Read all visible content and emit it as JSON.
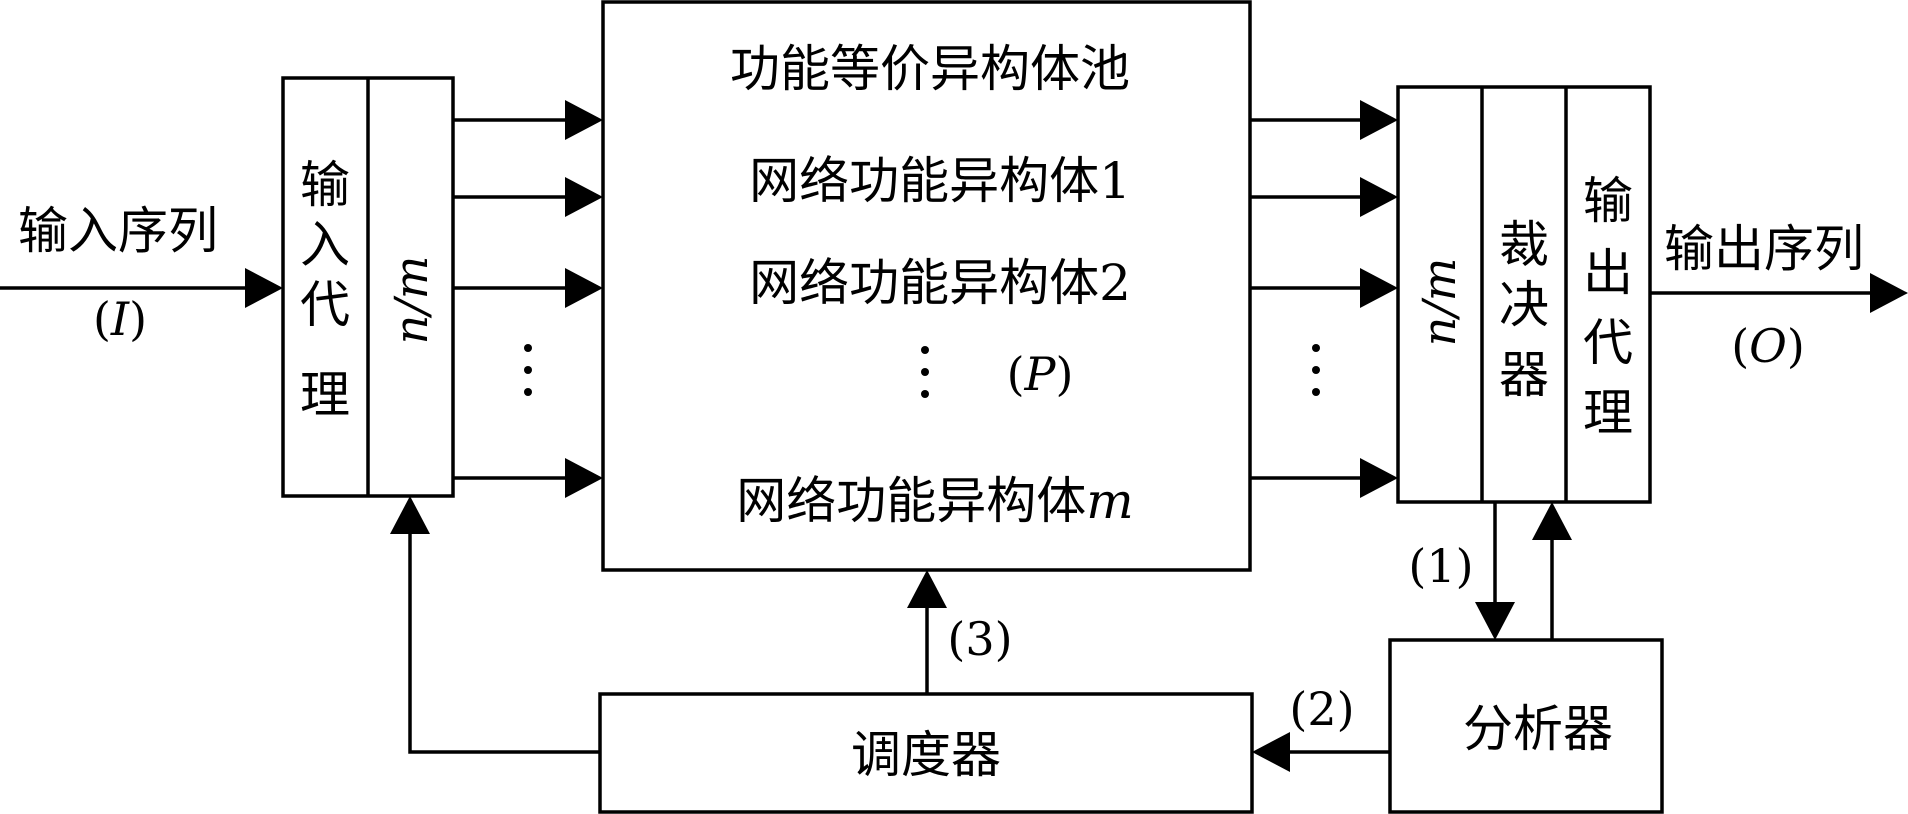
{
  "input": {
    "label": "输入序列",
    "symbol_open": "(",
    "symbol": "I",
    "symbol_close": ")"
  },
  "output": {
    "label": "输出序列",
    "symbol_open": "(",
    "symbol": "O",
    "symbol_close": ")"
  },
  "input_proxy": {
    "chars": [
      "输",
      "入",
      "代",
      "理"
    ],
    "nm": "n/m"
  },
  "pool": {
    "title": "功能等价异构体池",
    "entity_1": "网络功能异构体1",
    "entity_2": "网络功能异构体2",
    "entity_m_prefix": "网络功能异构体",
    "entity_m_suffix": "m",
    "pool_symbol_open": "(",
    "pool_symbol": "P",
    "pool_symbol_close": ")"
  },
  "output_block": {
    "nm": "n/m",
    "voter_chars": [
      "裁",
      "决",
      "器"
    ],
    "proxy_chars": [
      "输",
      "出",
      "代",
      "理"
    ]
  },
  "analyzer": {
    "label": "分析器"
  },
  "scheduler": {
    "label": "调度器"
  },
  "arrows": {
    "one": "(1)",
    "two": "(2)",
    "three": "(3)"
  }
}
